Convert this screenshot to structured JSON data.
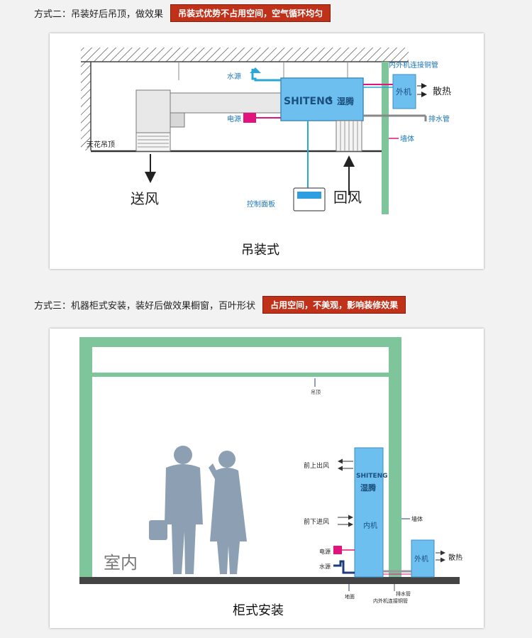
{
  "section2": {
    "heading": "方式二：吊装好后吊顶，做效果",
    "badge": "吊装式优势不占用空间，空气循环均匀",
    "caption": "吊装式",
    "brand": "SHITENG",
    "brand_cn": "湿腾",
    "labels": {
      "water": "水源",
      "power": "电源",
      "ceiling": "天花吊顶",
      "supply": "送风",
      "return": "回风",
      "control": "控制面板",
      "pipe": "内外机连接铜管",
      "outdoor": "外机",
      "heat": "散热",
      "drain": "排水管",
      "wall": "墙体"
    }
  },
  "section3": {
    "heading": "方式三：机器柜式安装，装好后做效果橱窗，百叶形状",
    "badge": "占用空间，不美观，影响装修效果",
    "caption": "柜式安装",
    "brand": "SHITENG",
    "brand_cn": "湿腾",
    "labels": {
      "ceiling": "吊顶",
      "front_out": "前上出风",
      "front_in": "前下进风",
      "indoor": "内机",
      "wall": "墙体",
      "power": "电源",
      "water": "水源",
      "room": "室内",
      "outdoor": "外机",
      "heat": "散热",
      "floor": "地面",
      "drain": "排水管",
      "pipe": "内外机连接铜管"
    }
  },
  "colors": {
    "unit_blue": "#6cbfef",
    "unit_border": "#3c8ec2",
    "wall_green": "#7fc59b",
    "water_line": "#29a8d6",
    "power_pink": "#e3137d",
    "label_blue": "#1c75bb",
    "badge_red": "#c0311a",
    "silhouette": "#8c9fb3"
  }
}
